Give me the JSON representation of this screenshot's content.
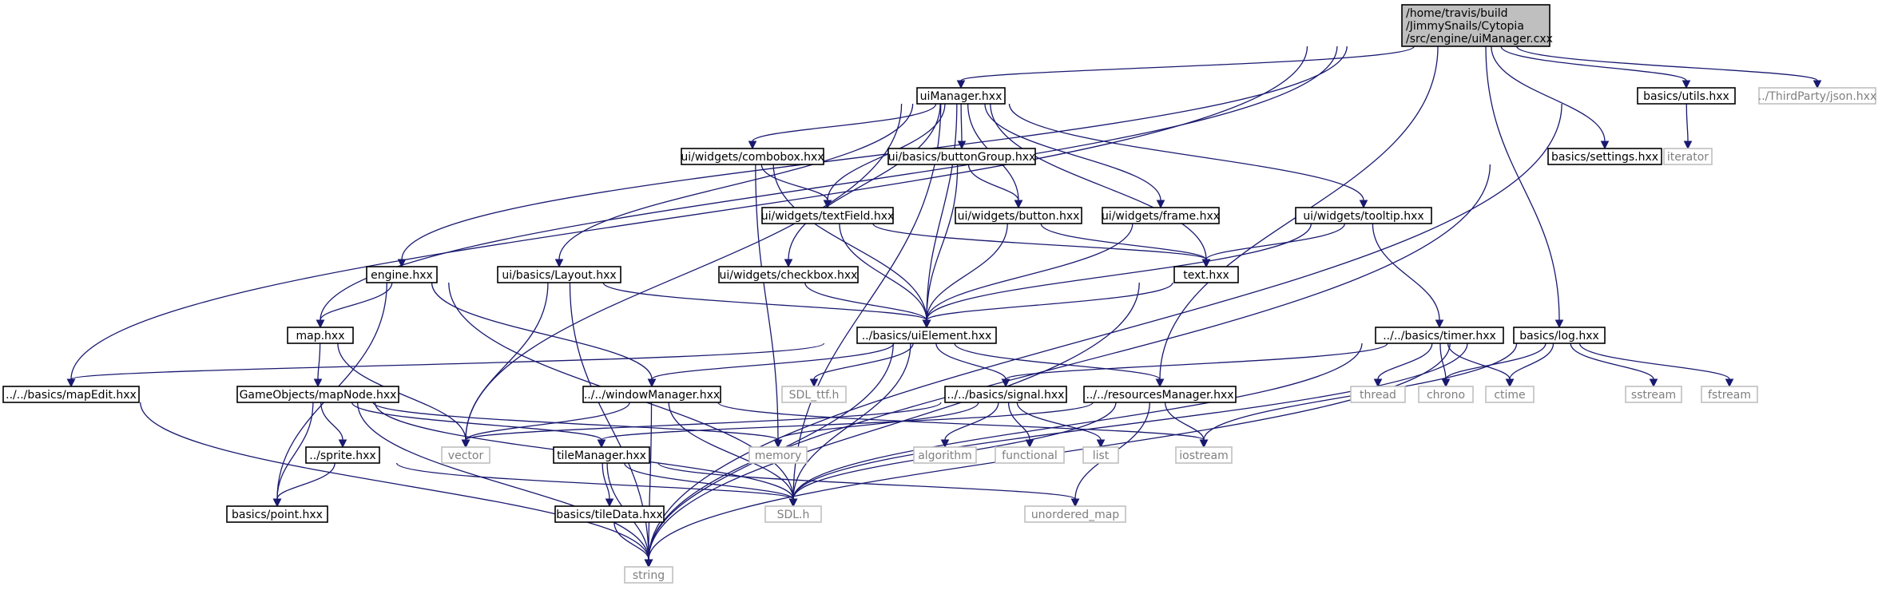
{
  "nodes": [
    {
      "id": "root",
      "label": "/home/travis/build\n/JimmySnails/Cytopia\n/src/engine/uiManager.cxx",
      "kind": "root"
    },
    {
      "id": "uiManager_hxx",
      "label": "uiManager.hxx",
      "kind": "local"
    },
    {
      "id": "utils_hxx",
      "label": "basics/utils.hxx",
      "kind": "local"
    },
    {
      "id": "json_hxx",
      "label": "../ThirdParty/json.hxx",
      "kind": "external"
    },
    {
      "id": "iterator",
      "label": "iterator",
      "kind": "external"
    },
    {
      "id": "settings_hxx",
      "label": "basics/settings.hxx",
      "kind": "local"
    },
    {
      "id": "combobox_hxx",
      "label": "ui/widgets/combobox.hxx",
      "kind": "local"
    },
    {
      "id": "buttonGroup_hxx",
      "label": "ui/basics/buttonGroup.hxx",
      "kind": "local"
    },
    {
      "id": "textField_hxx",
      "label": "ui/widgets/textField.hxx",
      "kind": "local"
    },
    {
      "id": "button_hxx",
      "label": "ui/widgets/button.hxx",
      "kind": "local"
    },
    {
      "id": "frame_hxx",
      "label": "ui/widgets/frame.hxx",
      "kind": "local"
    },
    {
      "id": "tooltip_hxx",
      "label": "ui/widgets/tooltip.hxx",
      "kind": "local"
    },
    {
      "id": "engine_hxx",
      "label": "engine.hxx",
      "kind": "local"
    },
    {
      "id": "layout_hxx",
      "label": "ui/basics/Layout.hxx",
      "kind": "local"
    },
    {
      "id": "checkbox_hxx",
      "label": "ui/widgets/checkbox.hxx",
      "kind": "local"
    },
    {
      "id": "text_hxx",
      "label": "text.hxx",
      "kind": "local"
    },
    {
      "id": "timer_hxx",
      "label": "../../basics/timer.hxx",
      "kind": "local"
    },
    {
      "id": "log_hxx",
      "label": "basics/log.hxx",
      "kind": "local"
    },
    {
      "id": "map_hxx",
      "label": "map.hxx",
      "kind": "local"
    },
    {
      "id": "uiElement_hxx",
      "label": "../basics/uiElement.hxx",
      "kind": "local"
    },
    {
      "id": "mapEdit_hxx",
      "label": "../../basics/mapEdit.hxx",
      "kind": "local"
    },
    {
      "id": "mapNode_hxx",
      "label": "GameObjects/mapNode.hxx",
      "kind": "local"
    },
    {
      "id": "windowManager_hxx",
      "label": "../../windowManager.hxx",
      "kind": "local"
    },
    {
      "id": "SDL_ttf_h",
      "label": "SDL_ttf.h",
      "kind": "external"
    },
    {
      "id": "signal_hxx",
      "label": "../../basics/signal.hxx",
      "kind": "local"
    },
    {
      "id": "resourcesManager_hxx",
      "label": "../../resourcesManager.hxx",
      "kind": "local"
    },
    {
      "id": "thread",
      "label": "thread",
      "kind": "external"
    },
    {
      "id": "chrono",
      "label": "chrono",
      "kind": "external"
    },
    {
      "id": "ctime",
      "label": "ctime",
      "kind": "external"
    },
    {
      "id": "sstream",
      "label": "sstream",
      "kind": "external"
    },
    {
      "id": "fstream",
      "label": "fstream",
      "kind": "external"
    },
    {
      "id": "sprite_hxx",
      "label": "../sprite.hxx",
      "kind": "local"
    },
    {
      "id": "vector",
      "label": "vector",
      "kind": "external"
    },
    {
      "id": "tileManager_hxx",
      "label": "tileManager.hxx",
      "kind": "local"
    },
    {
      "id": "memory",
      "label": "memory",
      "kind": "external"
    },
    {
      "id": "algorithm",
      "label": "algorithm",
      "kind": "external"
    },
    {
      "id": "functional",
      "label": "functional",
      "kind": "external"
    },
    {
      "id": "list",
      "label": "list",
      "kind": "external"
    },
    {
      "id": "iostream",
      "label": "iostream",
      "kind": "external"
    },
    {
      "id": "point_hxx",
      "label": "basics/point.hxx",
      "kind": "local"
    },
    {
      "id": "tileData_hxx",
      "label": "basics/tileData.hxx",
      "kind": "local"
    },
    {
      "id": "SDL_h",
      "label": "SDL.h",
      "kind": "external"
    },
    {
      "id": "unordered_map",
      "label": "unordered_map",
      "kind": "external"
    },
    {
      "id": "string",
      "label": "string",
      "kind": "external"
    }
  ],
  "edges": [
    [
      "root",
      "uiManager_hxx"
    ],
    [
      "root",
      "utils_hxx"
    ],
    [
      "root",
      "json_hxx"
    ],
    [
      "root",
      "settings_hxx"
    ],
    [
      "root",
      "engine_hxx"
    ],
    [
      "root",
      "map_hxx"
    ],
    [
      "root",
      "mapEdit_hxx"
    ],
    [
      "root",
      "log_hxx"
    ],
    [
      "root",
      "resourcesManager_hxx"
    ],
    [
      "uiManager_hxx",
      "combobox_hxx"
    ],
    [
      "uiManager_hxx",
      "buttonGroup_hxx"
    ],
    [
      "uiManager_hxx",
      "textField_hxx"
    ],
    [
      "uiManager_hxx",
      "button_hxx"
    ],
    [
      "uiManager_hxx",
      "frame_hxx"
    ],
    [
      "uiManager_hxx",
      "tooltip_hxx"
    ],
    [
      "uiManager_hxx",
      "text_hxx"
    ],
    [
      "uiManager_hxx",
      "layout_hxx"
    ],
    [
      "uiManager_hxx",
      "checkbox_hxx"
    ],
    [
      "uiManager_hxx",
      "uiElement_hxx"
    ],
    [
      "uiManager_hxx",
      "vector"
    ],
    [
      "uiManager_hxx",
      "SDL_h"
    ],
    [
      "utils_hxx",
      "iterator"
    ],
    [
      "utils_hxx",
      "string"
    ],
    [
      "settings_hxx",
      "string"
    ],
    [
      "combobox_hxx",
      "textField_hxx"
    ],
    [
      "combobox_hxx",
      "uiElement_hxx"
    ],
    [
      "combobox_hxx",
      "memory"
    ],
    [
      "buttonGroup_hxx",
      "button_hxx"
    ],
    [
      "buttonGroup_hxx",
      "uiElement_hxx"
    ],
    [
      "textField_hxx",
      "text_hxx"
    ],
    [
      "textField_hxx",
      "uiElement_hxx"
    ],
    [
      "button_hxx",
      "text_hxx"
    ],
    [
      "button_hxx",
      "uiElement_hxx"
    ],
    [
      "frame_hxx",
      "uiElement_hxx"
    ],
    [
      "tooltip_hxx",
      "text_hxx"
    ],
    [
      "tooltip_hxx",
      "uiElement_hxx"
    ],
    [
      "tooltip_hxx",
      "timer_hxx"
    ],
    [
      "text_hxx",
      "uiElement_hxx"
    ],
    [
      "text_hxx",
      "string"
    ],
    [
      "layout_hxx",
      "uiElement_hxx"
    ],
    [
      "layout_hxx",
      "vector"
    ],
    [
      "layout_hxx",
      "string"
    ],
    [
      "checkbox_hxx",
      "uiElement_hxx"
    ],
    [
      "engine_hxx",
      "map_hxx"
    ],
    [
      "engine_hxx",
      "windowManager_hxx"
    ],
    [
      "engine_hxx",
      "point_hxx"
    ],
    [
      "engine_hxx",
      "SDL_h"
    ],
    [
      "map_hxx",
      "mapNode_hxx"
    ],
    [
      "map_hxx",
      "vector"
    ],
    [
      "uiElement_hxx",
      "mapEdit_hxx"
    ],
    [
      "uiElement_hxx",
      "windowManager_hxx"
    ],
    [
      "uiElement_hxx",
      "SDL_ttf_h"
    ],
    [
      "uiElement_hxx",
      "signal_hxx"
    ],
    [
      "uiElement_hxx",
      "resourcesManager_hxx"
    ],
    [
      "uiElement_hxx",
      "SDL_h"
    ],
    [
      "uiElement_hxx",
      "string"
    ],
    [
      "timer_hxx",
      "signal_hxx"
    ],
    [
      "timer_hxx",
      "thread"
    ],
    [
      "timer_hxx",
      "chrono"
    ],
    [
      "timer_hxx",
      "ctime"
    ],
    [
      "timer_hxx",
      "SDL_h"
    ],
    [
      "log_hxx",
      "chrono"
    ],
    [
      "log_hxx",
      "ctime"
    ],
    [
      "log_hxx",
      "sstream"
    ],
    [
      "log_hxx",
      "fstream"
    ],
    [
      "log_hxx",
      "iostream"
    ],
    [
      "log_hxx",
      "SDL_h"
    ],
    [
      "log_hxx",
      "string"
    ],
    [
      "mapEdit_hxx",
      "string"
    ],
    [
      "mapNode_hxx",
      "sprite_hxx"
    ],
    [
      "mapNode_hxx",
      "point_hxx"
    ],
    [
      "mapNode_hxx",
      "tileManager_hxx"
    ],
    [
      "mapNode_hxx",
      "memory"
    ],
    [
      "mapNode_hxx",
      "SDL_h"
    ],
    [
      "mapNode_hxx",
      "string"
    ],
    [
      "windowManager_hxx",
      "vector"
    ],
    [
      "windowManager_hxx",
      "iostream"
    ],
    [
      "windowManager_hxx",
      "SDL_h"
    ],
    [
      "windowManager_hxx",
      "string"
    ],
    [
      "signal_hxx",
      "vector"
    ],
    [
      "signal_hxx",
      "memory"
    ],
    [
      "signal_hxx",
      "algorithm"
    ],
    [
      "signal_hxx",
      "functional"
    ],
    [
      "signal_hxx",
      "list"
    ],
    [
      "resourcesManager_hxx",
      "tileManager_hxx"
    ],
    [
      "resourcesManager_hxx",
      "iostream"
    ],
    [
      "resourcesManager_hxx",
      "unordered_map"
    ],
    [
      "resourcesManager_hxx",
      "SDL_h"
    ],
    [
      "sprite_hxx",
      "point_hxx"
    ],
    [
      "sprite_hxx",
      "SDL_h"
    ],
    [
      "tileManager_hxx",
      "tileData_hxx"
    ],
    [
      "tileManager_hxx",
      "SDL_h"
    ],
    [
      "tileManager_hxx",
      "unordered_map"
    ],
    [
      "tileManager_hxx",
      "string"
    ],
    [
      "tileData_hxx",
      "string"
    ]
  ],
  "colors": {
    "edge": "#191970",
    "root_fill": "#bfbfbf",
    "local_border": "#000000",
    "external_border": "#bfbfbf",
    "external_text": "#7f7f7f"
  }
}
